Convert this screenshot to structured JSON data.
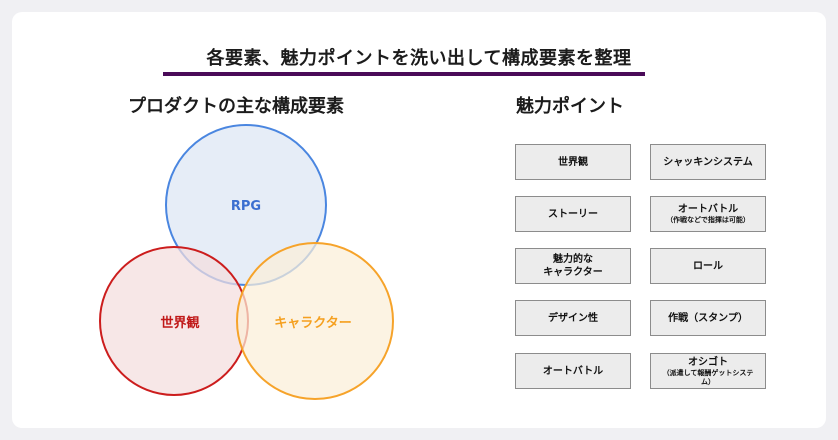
{
  "title": "各要素、魅力ポイントを洗い出して構成要素を整理",
  "left_section": {
    "heading": "プロダクトの主な構成要素",
    "circles": [
      {
        "label": "RPG",
        "fill": "#dce6f4",
        "stroke": "#4a86e0",
        "text_color": "#3b6fd0"
      },
      {
        "label": "世界観",
        "fill": "#f4dede",
        "stroke": "#cc1d1d",
        "text_color": "#c01818"
      },
      {
        "label": "キャラクター",
        "fill": "#fbefd8",
        "stroke": "#f6a32a",
        "text_color": "#f5a020"
      }
    ]
  },
  "right_section": {
    "heading": "魅力ポイント",
    "points": [
      {
        "main": "世界観",
        "sub": ""
      },
      {
        "main": "シャッキンシステム",
        "sub": ""
      },
      {
        "main": "ストーリー",
        "sub": ""
      },
      {
        "main": "オートバトル",
        "sub": "（作戦などで指揮は可能）"
      },
      {
        "main": "魅力的な\nキャラクター",
        "sub": ""
      },
      {
        "main": "ロール",
        "sub": ""
      },
      {
        "main": "デザイン性",
        "sub": ""
      },
      {
        "main": "作戦（スタンプ）",
        "sub": ""
      },
      {
        "main": "オートバトル",
        "sub": ""
      },
      {
        "main": "オシゴト",
        "sub": "（派遣して報酬ゲットシステム）"
      }
    ]
  },
  "colors": {
    "underline": "#4a0a58",
    "box_fill": "#ececec",
    "box_border": "#8c8c8c"
  }
}
